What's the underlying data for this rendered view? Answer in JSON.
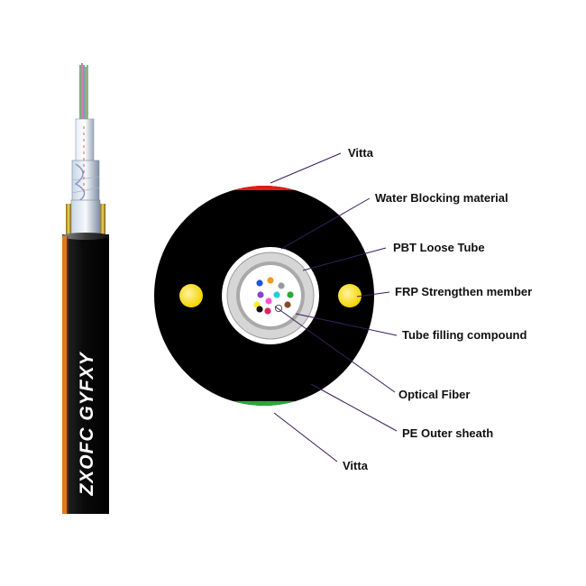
{
  "cable": {
    "brand_text": "ZXOFC GYFXY",
    "sheath_color": "#0a0a0a",
    "stripe_color": "#e07a1a"
  },
  "cross_section": {
    "sheath_color": "#000000",
    "top_vitta_color": "#e11b1b",
    "bottom_vitta_color": "#2aa63a",
    "frp_color": "#ffe600",
    "tube_outer_color": "#d8d8d8",
    "tube_inner_color": "#aaaaaa",
    "filling_color": "#ffffff",
    "fiber_colors": [
      "#2255dd",
      "#f29a1c",
      "#999999",
      "#2aa63a",
      "#8a4a2a",
      "#ff55cc",
      "#8844cc",
      "#22ccdd",
      "#ffee22",
      "#111111",
      "#dd2266",
      "#ffffff"
    ]
  },
  "labels": {
    "vitta_top": "Vitta",
    "water_blocking": "Water Blocking material",
    "pbt_tube": "PBT Loose Tube",
    "frp": "FRP Strengthen member",
    "filling": "Tube filling compound",
    "fiber": "Optical Fiber",
    "pe_sheath": "PE Outer sheath",
    "vitta_bottom": "Vitta"
  }
}
